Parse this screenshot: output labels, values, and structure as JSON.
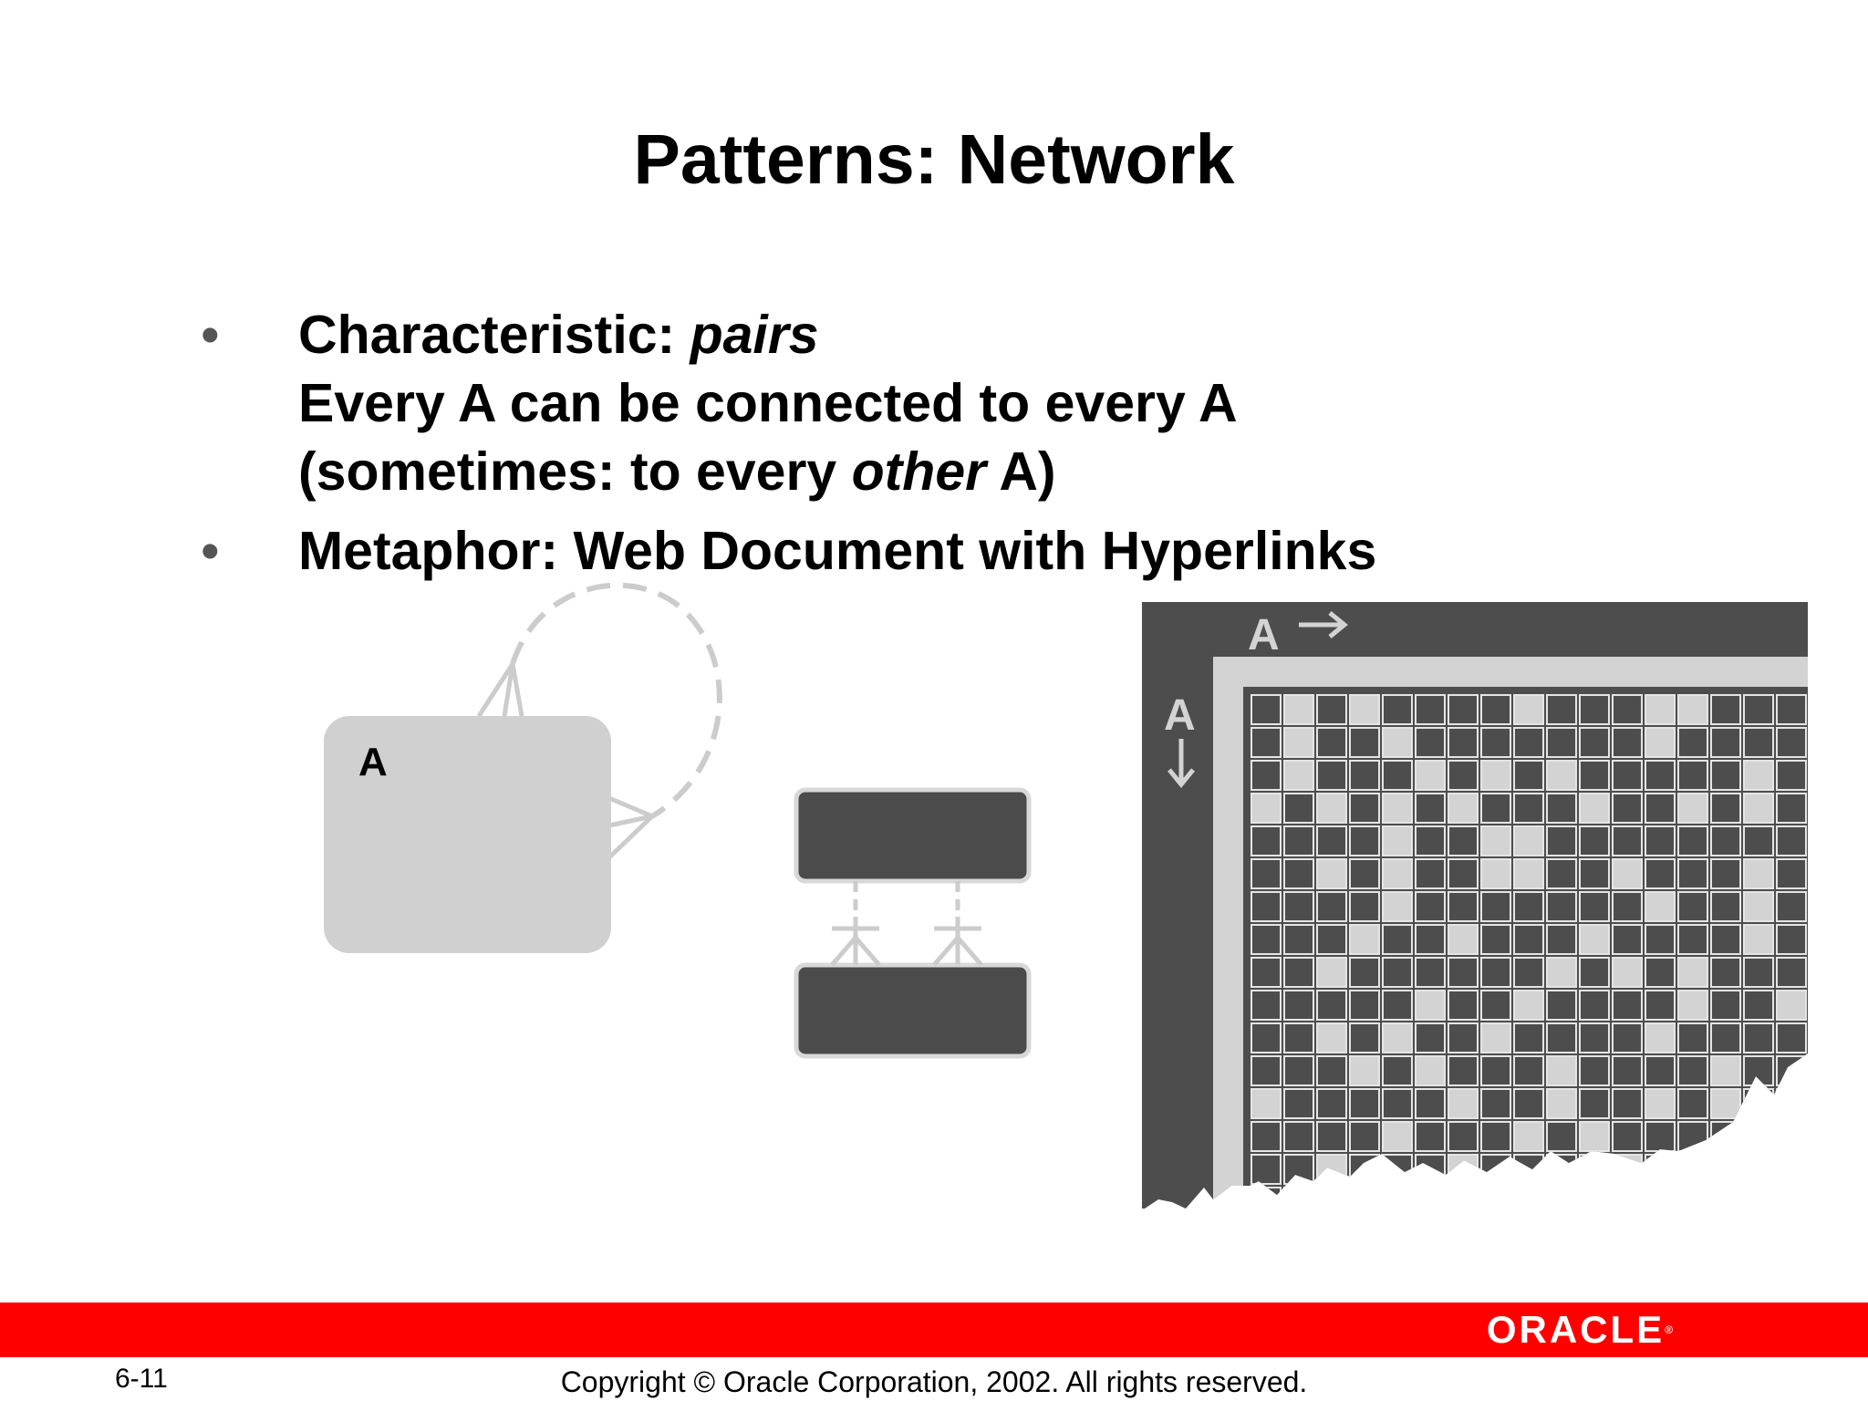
{
  "slide": {
    "title": "Patterns: Network",
    "bullets": [
      {
        "line1_prefix": "Characteristic: ",
        "line1_italic": "pairs",
        "line2": "Every A can be connected to every A",
        "line3_prefix": "(sometimes: to every ",
        "line3_italic": "other",
        "line3_suffix": " A)"
      },
      {
        "line1": "Metaphor: Web Document with Hyperlinks"
      }
    ],
    "bullet_symbol": "•"
  },
  "diagram": {
    "entity_label": "A",
    "matrix_col_label": "A",
    "matrix_row_label": "A",
    "colors": {
      "entity_fill": "#d0d0d0",
      "relationship_line": "#cccccc",
      "dark_box": "#4b4b4b",
      "matrix_dark": "#4d4d4d",
      "matrix_light": "#d3d3d3"
    }
  },
  "footer": {
    "page_number": "6-11",
    "copyright": "Copyright © Oracle Corporation, 2002. All rights reserved.",
    "logo_text": "ORACLE",
    "logo_mark": "®",
    "bar_color": "#ff0000"
  }
}
